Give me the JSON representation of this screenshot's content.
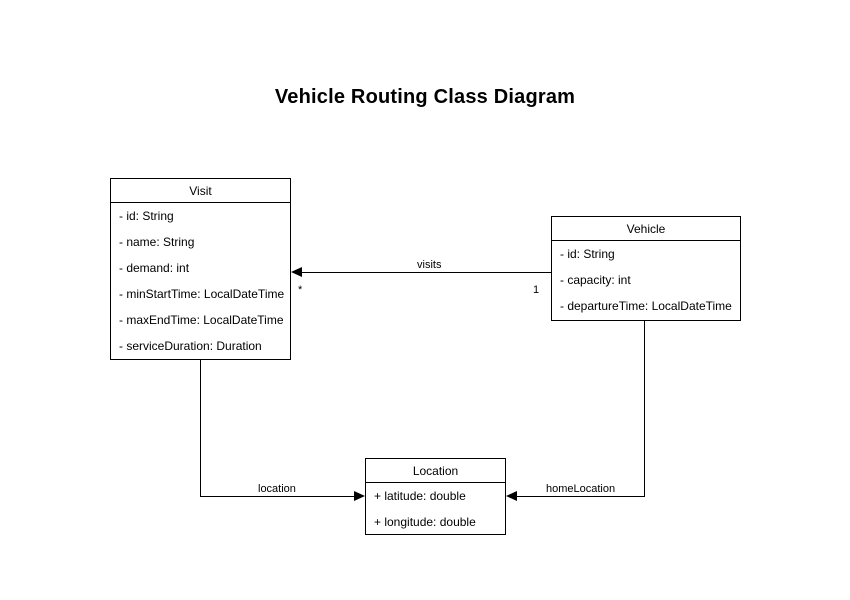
{
  "diagram": {
    "title": "Vehicle Routing Class Diagram",
    "type": "uml-class-diagram",
    "background_color": "#ffffff",
    "line_color": "#000000",
    "text_color": "#000000"
  },
  "classes": [
    {
      "id": "visit",
      "name": "Visit",
      "attributes": [
        {
          "text": "- id: String"
        },
        {
          "text": "- name: String"
        },
        {
          "text": "- demand: int"
        },
        {
          "text": "- minStartTime: LocalDateTime"
        },
        {
          "text": "- maxEndTime: LocalDateTime"
        },
        {
          "text": "- serviceDuration: Duration"
        }
      ]
    },
    {
      "id": "vehicle",
      "name": "Vehicle",
      "attributes": [
        {
          "text": "- id: String"
        },
        {
          "text": "- capacity: int"
        },
        {
          "text": "- departureTime: LocalDateTime"
        }
      ]
    },
    {
      "id": "location",
      "name": "Location",
      "attributes": [
        {
          "text": "+ latitude: double"
        },
        {
          "text": "+ longitude: double"
        }
      ]
    }
  ],
  "associations": [
    {
      "id": "visits",
      "label": "visits",
      "source": "Vehicle",
      "target": "Visit",
      "source_multiplicity": "1",
      "target_multiplicity": "*"
    },
    {
      "id": "location",
      "label": "location",
      "source": "Visit",
      "target": "Location",
      "source_multiplicity": "",
      "target_multiplicity": ""
    },
    {
      "id": "homeLocation",
      "label": "homeLocation",
      "source": "Vehicle",
      "target": "Location",
      "source_multiplicity": "",
      "target_multiplicity": ""
    }
  ]
}
